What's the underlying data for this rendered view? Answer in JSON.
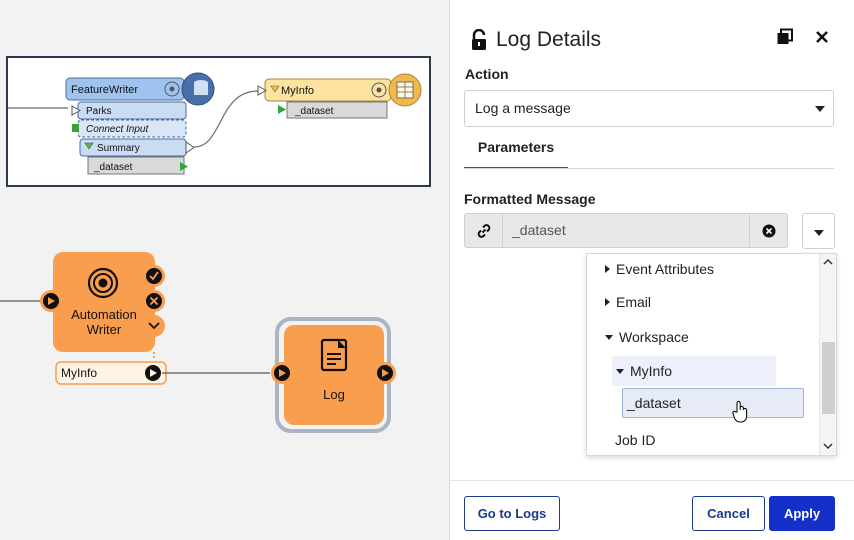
{
  "workbench": {
    "featurewriter": {
      "title": "FeatureWriter",
      "ports": [
        "Parks",
        "Connect Input",
        "Summary"
      ],
      "summary_attr": "_dataset"
    },
    "myinfo": {
      "title": "MyInfo",
      "attr": "_dataset"
    }
  },
  "canvas": {
    "automation_writer": {
      "label": "Automation Writer",
      "output_port": "MyInfo"
    },
    "log_node": {
      "label": "Log"
    }
  },
  "panel": {
    "title": "Log Details",
    "action_label": "Action",
    "action_value": "Log a message",
    "tab_parameters": "Parameters",
    "formatted_message_label": "Formatted Message",
    "formatted_message_value": "_dataset",
    "tree": {
      "event_attributes": "Event Attributes",
      "email": "Email",
      "workspace": "Workspace",
      "myinfo": "MyInfo",
      "dataset": "_dataset",
      "job_id": "Job ID"
    },
    "buttons": {
      "go_to_logs": "Go to Logs",
      "cancel": "Cancel",
      "apply": "Apply"
    }
  },
  "colors": {
    "accent": "#1530c8",
    "node_orange": "#f99d4e",
    "fw_blue": "#9ec3ef",
    "myinfo_yellow": "#fde3a0"
  }
}
